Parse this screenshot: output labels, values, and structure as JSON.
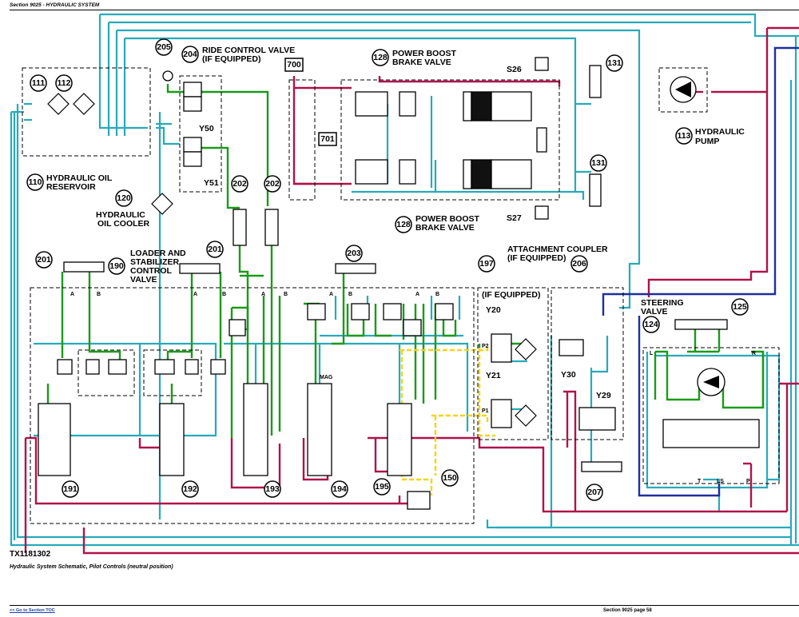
{
  "header": {
    "section_title": "Section 9025 - HYDRAULIC SYSTEM"
  },
  "footer": {
    "toc_link": "<< Go to Section TOC",
    "page_label": "Section 9025 page 58"
  },
  "figure": {
    "code": "TX1181302",
    "caption": "Hydraulic System Schematic, Pilot Controls (neutral position)"
  },
  "colors": {
    "pressure": "#b0124a",
    "return": "#27aab9",
    "pilot": "#1b9a1b",
    "signal": "#f2d51a",
    "load_sense": "#1d2f9c"
  },
  "callouts": {
    "c110": "110",
    "c111": "111",
    "c112": "112",
    "c113": "113",
    "c120": "120",
    "c124": "124",
    "c125": "125",
    "c128a": "128",
    "c128b": "128",
    "c131a": "131",
    "c131b": "131",
    "c150": "150",
    "c190": "190",
    "c191": "191",
    "c192": "192",
    "c193": "193",
    "c194": "194",
    "c195": "195",
    "c197": "197",
    "c201a": "201",
    "c201b": "201",
    "c202a": "202",
    "c202b": "202",
    "c203": "203",
    "c204": "204",
    "c205": "205",
    "c206": "206",
    "c207": "207",
    "c700": "700",
    "c701": "701"
  },
  "labels": {
    "reservoir_1": "HYDRAULIC OIL",
    "reservoir_2": "RESERVOIR",
    "cooler_1": "HYDRAULIC",
    "cooler_2": "OIL COOLER",
    "pump_1": "HYDRAULIC",
    "pump_2": "PUMP",
    "ride_1": "RIDE CONTROL VALVE",
    "ride_2": "(IF EQUIPPED)",
    "pbb_top_1": "POWER BOOST",
    "pbb_top_2": "BRAKE VALVE",
    "pbb_bot_1": "POWER BOOST",
    "pbb_bot_2": "BRAKE VALVE",
    "loader_1": "LOADER AND",
    "loader_2": "STABILIZER",
    "loader_3": "CONTROL",
    "loader_4": "VALVE",
    "coupler_1": "ATTACHMENT COUPLER",
    "coupler_2": "(IF EQUIPPED)",
    "if_equipped": "(IF EQUIPPED)",
    "steering_1": "STEERING",
    "steering_2": "VALVE",
    "y20": "Y20",
    "y21": "Y21",
    "y29": "Y29",
    "y30": "Y30",
    "y50": "Y50",
    "y51": "Y51",
    "s26": "S26",
    "s27": "S27",
    "p1": "P1",
    "p2": "P2",
    "port_l": "L",
    "port_r": "R",
    "port_t": "T",
    "port_ls": "LS",
    "port_p": "P",
    "port_a": "A",
    "port_b": "B",
    "mag": "MAG"
  }
}
